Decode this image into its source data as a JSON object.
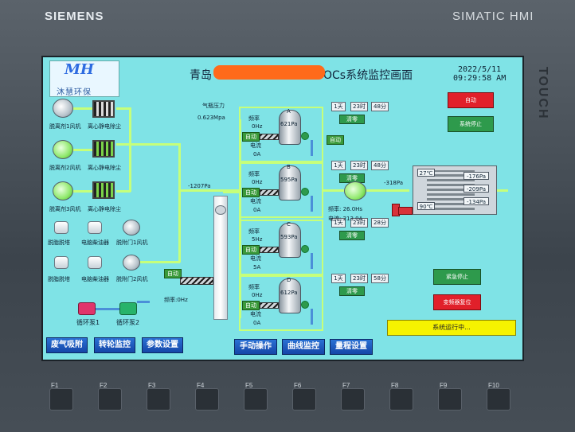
{
  "device": {
    "brand": "SIEMENS",
    "model": "SIMATIC HMI",
    "touch_label": "TOUCH",
    "fkeys": [
      "F1",
      "F2",
      "F3",
      "F4",
      "F5",
      "F6",
      "F7",
      "F8",
      "F9",
      "F10"
    ]
  },
  "header": {
    "title_prefix": "青岛",
    "title_suffix": "OCs系统监控画面",
    "date": "2022/5/11",
    "time": "09:29:58 AM",
    "logo_text": "沐慧环保",
    "logo_mark": "MH"
  },
  "left": {
    "fans": [
      {
        "label": "脱离剂1风机",
        "filter_label": "离心静电除尘"
      },
      {
        "label": "脱离剂2风机",
        "filter_label": "离心静电除尘"
      },
      {
        "label": "脱离剂3风机",
        "filter_label": "离心静电除尘"
      }
    ],
    "row4": [
      "脱脂脱塔",
      "电脑柴油器",
      "脱附门1风机"
    ],
    "row5": [
      "脱脂脱塔",
      "电脑柴油器",
      "脱附门2风机"
    ],
    "pumps": [
      "循环泵1",
      "循环泵2"
    ]
  },
  "center": {
    "gas_pressure_label": "气瓶压力",
    "gas_pressure_value": "0.623Mpa",
    "inlet_pressure": "-1207Pa",
    "screw_auto": "自动",
    "freq_label": "频率:0Hz"
  },
  "units": [
    {
      "id": "A",
      "pressure": "621Pa",
      "freq_label": "频率",
      "freq": "0Hz",
      "auto": "自动",
      "current_label": "电流",
      "current": "0A",
      "day": "1天",
      "hour": "23时",
      "min": "48分",
      "reset": "清零"
    },
    {
      "id": "B",
      "pressure": "595Pa",
      "freq_label": "频率",
      "freq": "0Hz",
      "auto": "自动",
      "current_label": "电流",
      "current": "0A",
      "day": "1天",
      "hour": "23时",
      "min": "48分",
      "reset": "清零"
    },
    {
      "id": "C",
      "pressure": "593Pa",
      "freq_label": "频率",
      "freq": "5Hz",
      "auto": "自动",
      "current_label": "电流",
      "current": "5A",
      "day": "1天",
      "hour": "23时",
      "min": "28分",
      "reset": "清零"
    },
    {
      "id": "D",
      "pressure": "612Pa",
      "freq_label": "频率",
      "freq": "0Hz",
      "auto": "自动",
      "current_label": "电流",
      "current": "0A",
      "day": "1天",
      "hour": "23时",
      "min": "58分",
      "reset": "清零"
    }
  ],
  "right": {
    "fan_auto": "自动",
    "outlet_pressure": "-318Pa",
    "fan_freq": "频率: 26.0Hs",
    "fan_current": "电流: 213.0A",
    "temps": {
      "t1": "27℃",
      "t2": "90℃",
      "p1": "-176Pa",
      "p2": "-209Pa",
      "p3": "-134Pa"
    },
    "auto_btn": "自动",
    "stop_system_btn": "系统停止",
    "emergency_btn": "紧急停止",
    "vfd_reset_btn": "变频器复位",
    "status_text": "系统运行中..."
  },
  "nav": {
    "left_buttons": [
      "废气吸附",
      "转轮监控",
      "参数设置"
    ],
    "center_buttons": [
      "手动操作",
      "曲线监控",
      "量程设置"
    ]
  },
  "colors": {
    "screen_bg": "#7fe3e6",
    "pipe": "#c6ff7a",
    "red_button": "#e1202a",
    "green_button": "#2e9a4c",
    "status_bar": "#f6f300"
  }
}
